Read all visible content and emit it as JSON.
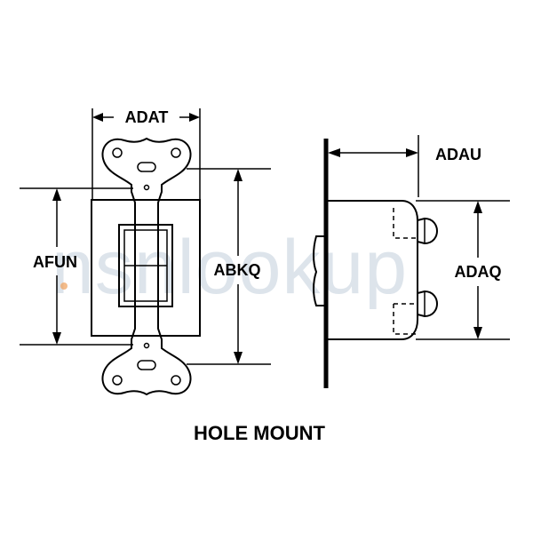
{
  "diagram": {
    "caption": "HOLE MOUNT",
    "dimensions": {
      "width_top": "ADAT",
      "depth_side": "ADAU",
      "height_left": "AFUN",
      "height_mid": "ABKQ",
      "height_side": "ADAQ"
    },
    "watermark": {
      "text": "nsnlookup"
    }
  }
}
